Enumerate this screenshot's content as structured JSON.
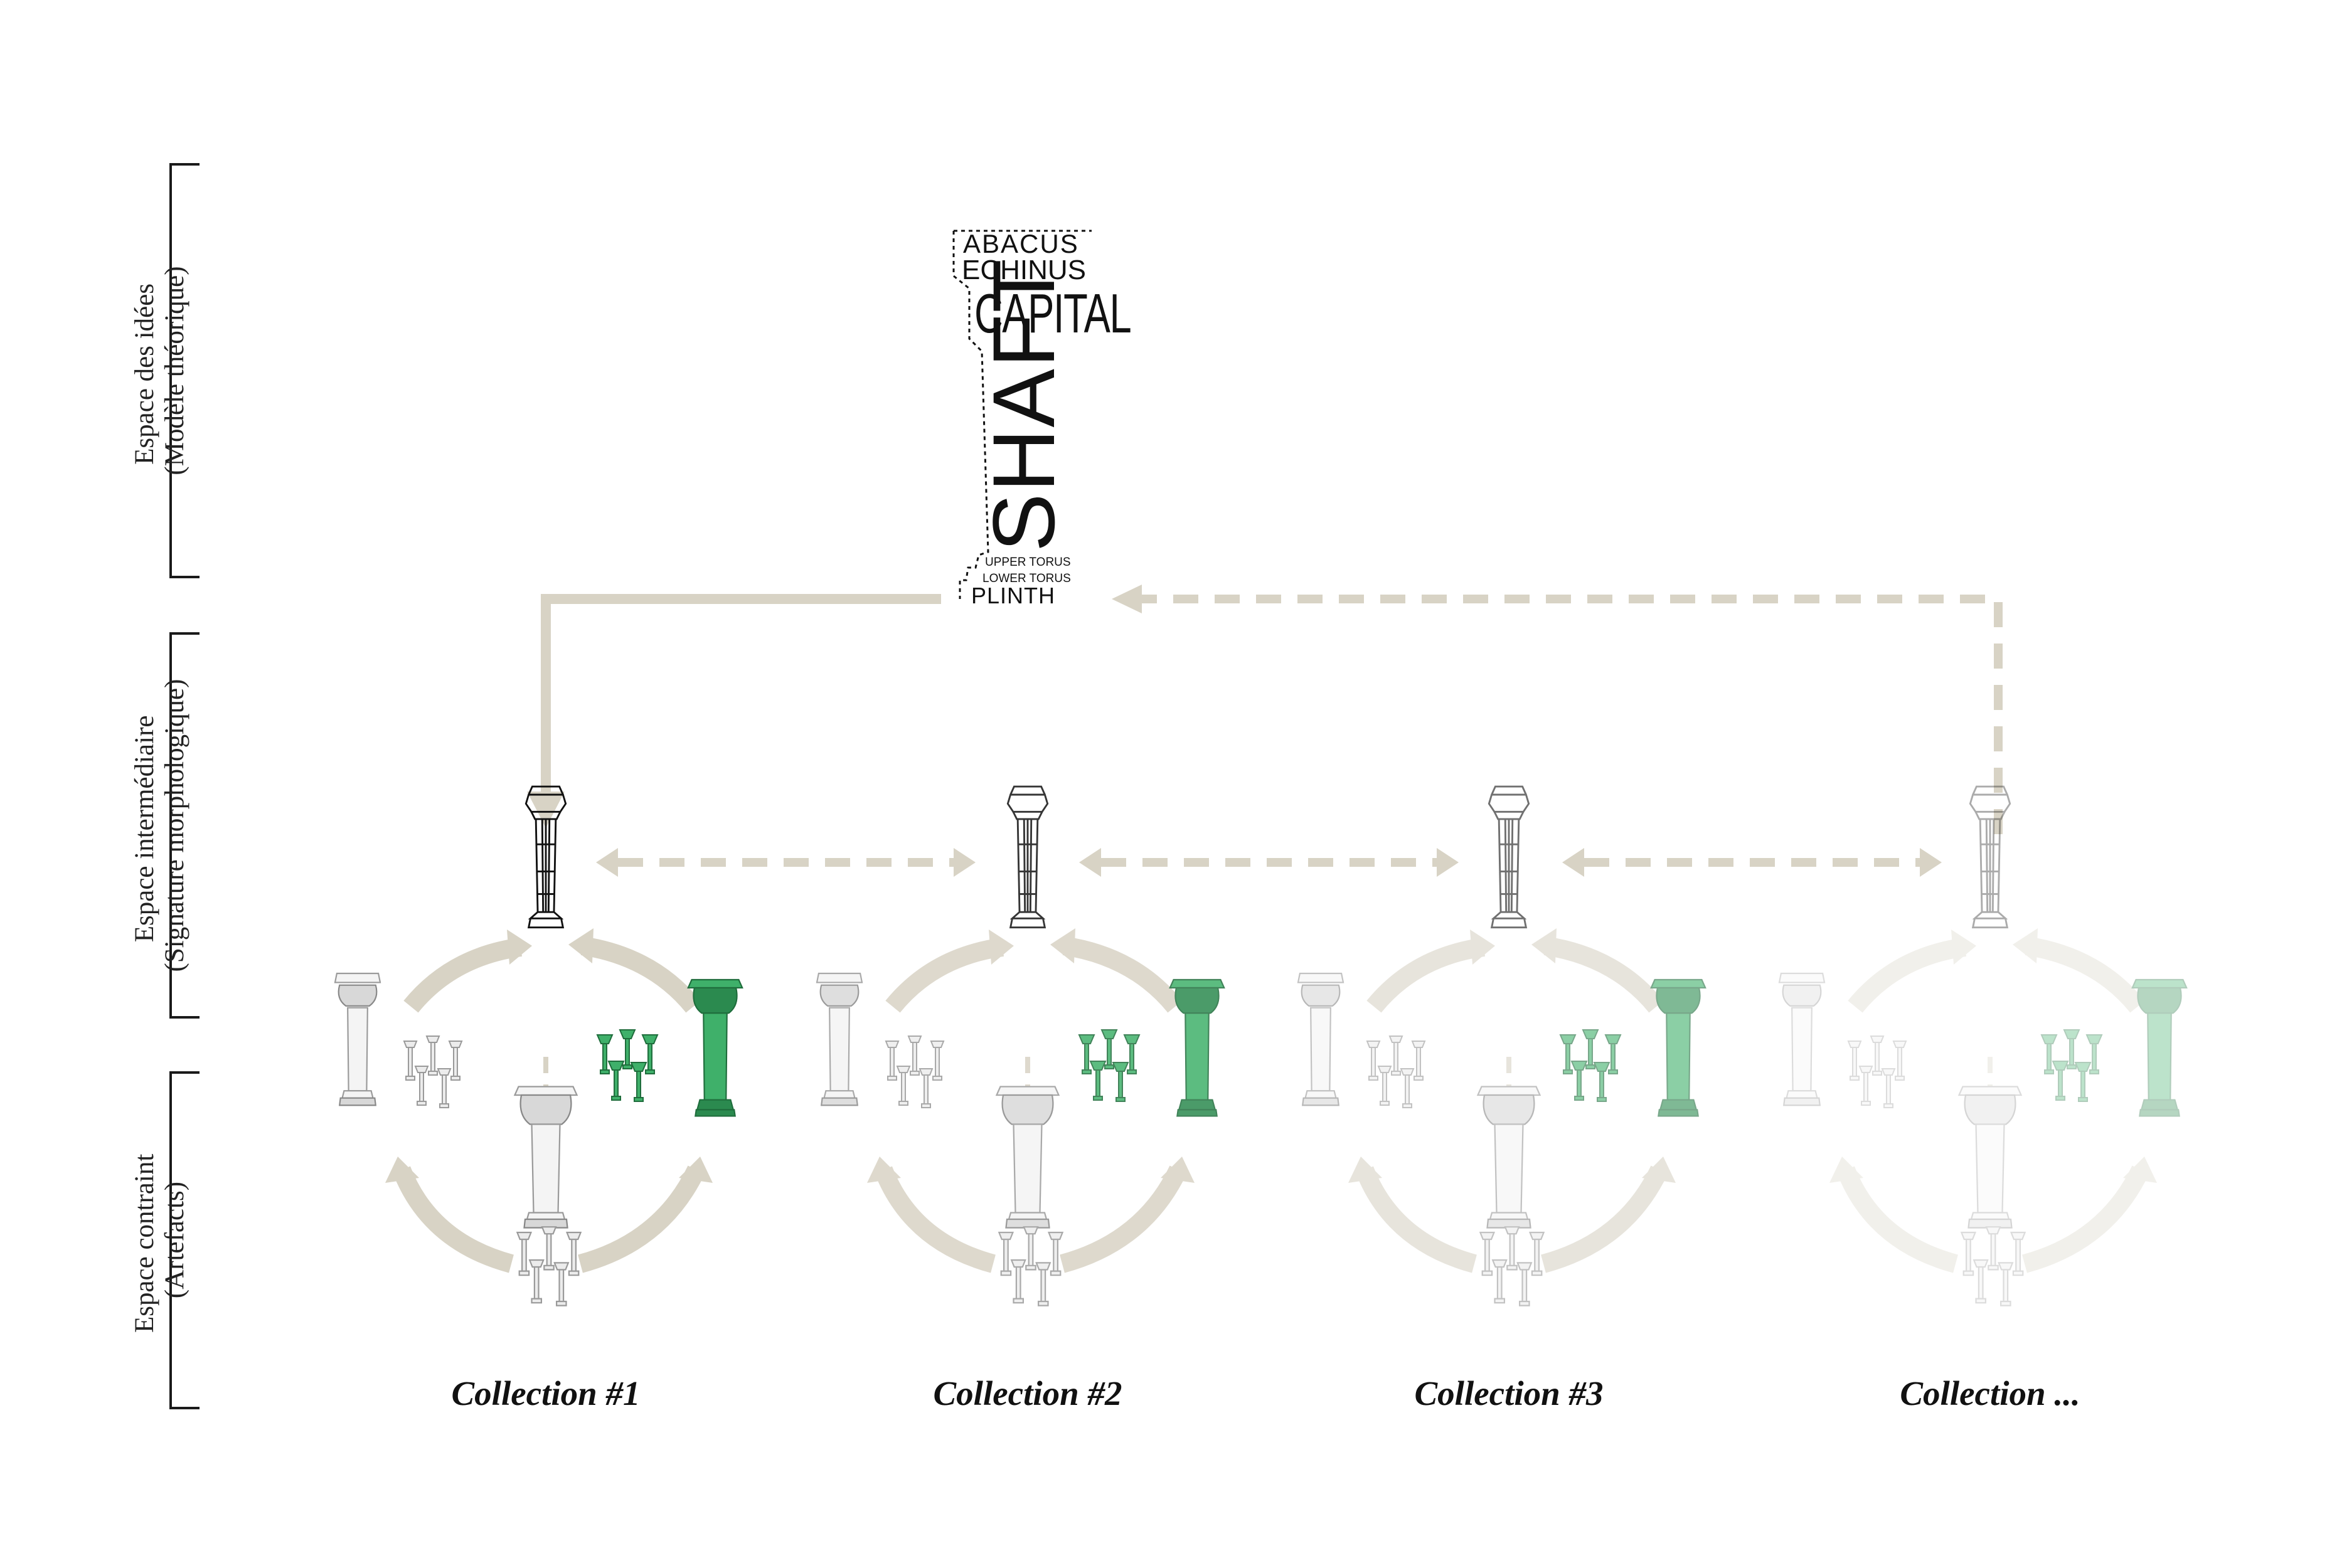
{
  "spaces": [
    {
      "line1": "Espace des idées",
      "line2": "(Modèle théorique)"
    },
    {
      "line1": "Espace intermédiaire",
      "line2": "(Signature morphologique)"
    },
    {
      "line1": "Espace contraint",
      "line2": "(Artefacts)"
    }
  ],
  "ideal_model": {
    "parts": [
      "ABACUS",
      "ECHINUS",
      "CAPITAL",
      "SHAFT",
      "UPPER TORUS",
      "LOWER TORUS",
      "PLINTH"
    ]
  },
  "collections": [
    {
      "title": "Collection #1",
      "opacity": 1.0
    },
    {
      "title": "Collection #2",
      "opacity": 0.85
    },
    {
      "title": "Collection #3",
      "opacity": 0.6
    },
    {
      "title": "Collection ...",
      "opacity": 0.35
    }
  ],
  "colors": {
    "flow": "#d8d3c5",
    "wireframe": "#111111",
    "stone": "#f4f4f4",
    "green_artefact": "#3fb06a",
    "text": "#111111"
  }
}
